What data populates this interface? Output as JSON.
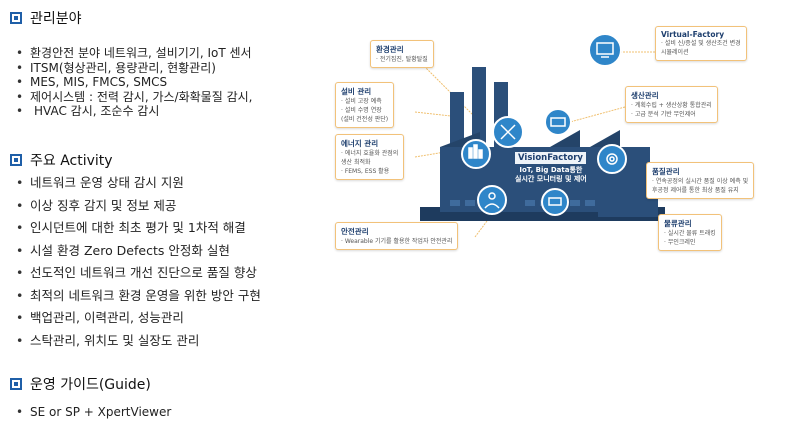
{
  "sections": {
    "management": {
      "title": "관리분야",
      "items": [
        "환경안전 분야 네트워크, 설비기기, IoT 센서",
        "ITSM(형상관리, 용량관리, 현황관리)",
        "MES, MIS, FMCS, SMCS",
        "제어시스템 : 전력 감시, 가스/화확물질 감시,",
        "HVAC 감시, 조순수 감시"
      ]
    },
    "activity": {
      "title": "주요 Activity",
      "items": [
        "네트워크 운영 상태 감시 지원",
        "이상 징후 감지 및 정보 제공",
        "인시던트에 대한 최초 평가 및 1차적 해결",
        "시설 환경 Zero Defects 안정화 실현",
        "선도적인 네트워크 개선 진단으로 품질 향상",
        "최적의 네트워크 환경 운영을 위한 방안 구현",
        "백업관리, 이력관리, 성능관리",
        "스탁관리, 위치도 및 실장도 관리"
      ]
    },
    "guide": {
      "title": "운영 가이드(Guide)",
      "items": [
        "SE or SP + XpertViewer"
      ]
    }
  },
  "diagram": {
    "center_label": "VisionFactory",
    "center_sub1": "IoT, Big Data통한",
    "center_sub2": "실시간 모니터링 및 제어",
    "cards": {
      "env": {
        "title": "환경관리",
        "items": [
          "· 전기집진, 탈황탈질"
        ]
      },
      "equipment": {
        "title": "설비 관리",
        "items": [
          "· 설비 고장 예측",
          "· 설비 수명 연장",
          "(설비 건전성 판단)"
        ]
      },
      "energy": {
        "title": "에너지 관리",
        "items": [
          "· 에너지 효율화 관점의",
          "생산 최적화",
          "· FEMS, ESS 활용"
        ]
      },
      "safety": {
        "title": "안전관리",
        "items": [
          "· Wearable 기기를 활용한 작업자 안전관리"
        ]
      },
      "virtual": {
        "title": "Virtual-Factory",
        "items": [
          "· 설비 신/증설 및 생산조건 변경",
          "시뮬레이션"
        ]
      },
      "production": {
        "title": "생산관리",
        "items": [
          "· 계획수립 + 생산상황 통합관리",
          "· 고급 분석 기반 무인제어"
        ]
      },
      "quality": {
        "title": "품질관리",
        "items": [
          "· 연속공정의 실시간 품질 이상 예측 및",
          "후공정 제어를 통한 최상 품질 유지"
        ]
      },
      "logistics": {
        "title": "물류관리",
        "items": [
          "· 실시간 물류 트래킹",
          "· 무인크레인"
        ]
      }
    },
    "colors": {
      "factory": "#2b4f7a",
      "factory_dark": "#1e3b5e",
      "bubble": "#2f86c9",
      "card_border": "#f2c27a",
      "line": "#f0c070"
    }
  }
}
